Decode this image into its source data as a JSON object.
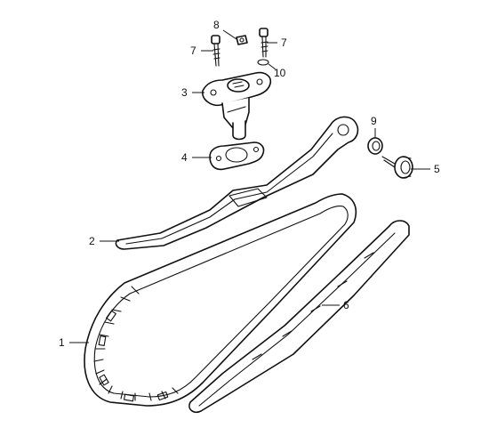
{
  "diagram": {
    "callouts": {
      "c1": "1",
      "c2": "2",
      "c3": "3",
      "c4": "4",
      "c5": "5",
      "c6": "6",
      "c7a": "7",
      "c7b": "7",
      "c8": "8",
      "c9": "9",
      "c10": "10"
    }
  },
  "parts": {
    "p1": "cam-chain",
    "p2": "chain-tensioner-guide",
    "p3": "tensioner-lifter",
    "p4": "gasket",
    "p5": "plug-bolt",
    "p6": "chain-guide",
    "p7": "bolt",
    "p8": "screw",
    "p9": "o-ring",
    "p10": "o-ring-small"
  }
}
